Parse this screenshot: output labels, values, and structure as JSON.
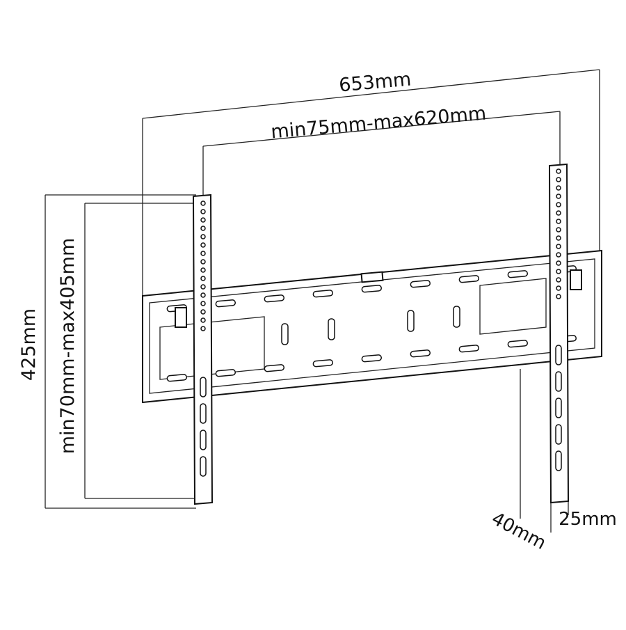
{
  "dimensions": {
    "overall_width": "653mm",
    "vesa_width_range": "min75mm-max620mm",
    "overall_height": "425mm",
    "vesa_height_range": "min70mm-max405mm",
    "wall_distance": "40mm",
    "arm_width": "25mm"
  },
  "colors": {
    "line": "#111111",
    "background": "#ffffff"
  }
}
